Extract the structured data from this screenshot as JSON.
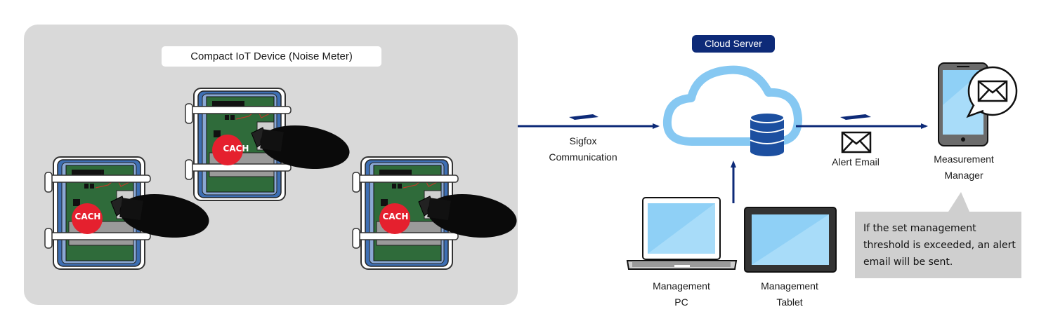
{
  "device_panel": {
    "title": "Compact IoT Device (Noise Meter)",
    "device_logo_text": "CACH"
  },
  "links": {
    "sigfox_line1": "Sigfox",
    "sigfox_line2": "Communication",
    "alert_email": "Alert Email"
  },
  "cloud": {
    "badge": "Cloud Server"
  },
  "measurement_manager": {
    "line1": "Measurement",
    "line2": "Manager"
  },
  "management_pc": {
    "line1": "Management",
    "line2": "PC"
  },
  "management_tablet": {
    "line1": "Management",
    "line2": "Tablet"
  },
  "callout": {
    "line1": "If the set management",
    "line2": "threshold is exceeded, an alert",
    "line3": "email will be sent."
  },
  "colors": {
    "arrow_navy": "#0d2a78",
    "cloud_blue": "#86c8f2",
    "logo_red": "#e5202e",
    "panel_gray": "#d9d9d9",
    "callout_gray": "#cfcfcf"
  }
}
